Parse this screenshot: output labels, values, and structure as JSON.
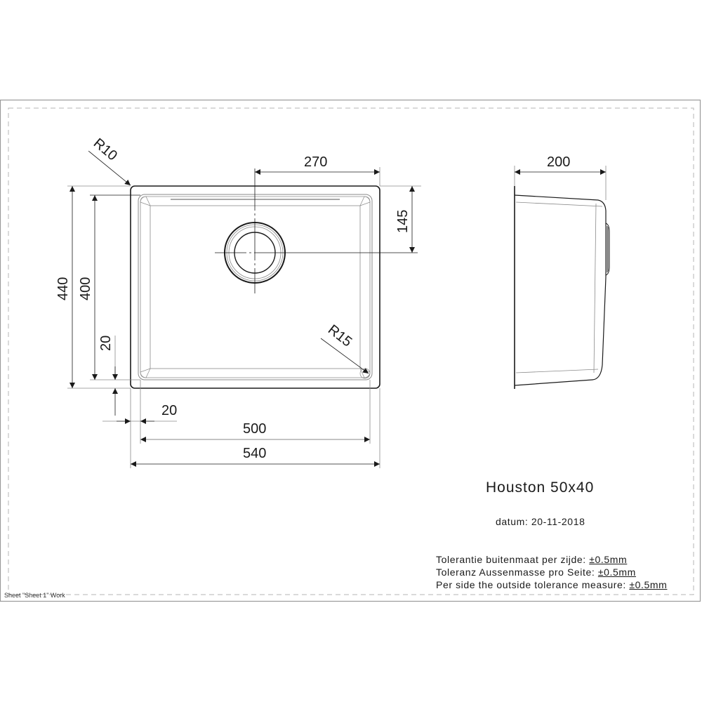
{
  "drawing": {
    "product_title": "Houston 50x40",
    "date_label": "datum: 20-11-2018",
    "sheet_label": "Sheet \"Sheet 1\" Work",
    "tolerances": [
      {
        "text": "Tolerantie buitenmaat per zijde: ",
        "value": "±0.5mm"
      },
      {
        "text": "Toleranz Aussenmasse pro Seite: ",
        "value": "±0.5mm"
      },
      {
        "text": "Per side the outside tolerance measure: ",
        "value": "±0.5mm"
      }
    ]
  },
  "dimensions": {
    "corner_radius_outer": "R10",
    "corner_radius_inner": "R15",
    "drain_offset_x": "270",
    "drain_offset_y": "145",
    "outer_height": "440",
    "inner_height": "400",
    "rim_vertical": "20",
    "rim_horizontal": "20",
    "inner_width": "500",
    "outer_width": "540",
    "depth": "200"
  },
  "colors": {
    "line": "#1a1a1a",
    "thin_line": "#8a8a8a",
    "frame": "#9a9a9a",
    "dashed_frame": "#b4b4b4"
  }
}
